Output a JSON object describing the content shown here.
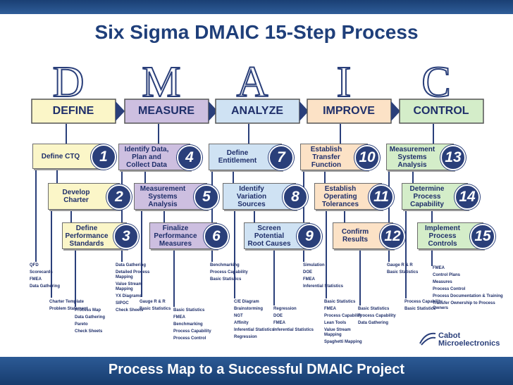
{
  "title": "Six Sigma DMAIC 15-Step Process",
  "footer": "Process Map to a Successful DMAIC Project",
  "letters": [
    "D",
    "M",
    "A",
    "I",
    "C"
  ],
  "colors": {
    "define": "#fbf6c8",
    "measure": "#cdbfe0",
    "analyze": "#cfe2f3",
    "improve": "#fce2c6",
    "control": "#d4edc9",
    "navy": "#2a3f7a"
  },
  "phases": [
    "DEFINE",
    "MEASURE",
    "ANALYZE",
    "IMPROVE",
    "CONTROL"
  ],
  "steps": [
    {
      "label": "Define CTQ",
      "num": "1"
    },
    {
      "label": "Develop Charter",
      "num": "2"
    },
    {
      "label": "Define Performance Standards",
      "num": "3"
    },
    {
      "label": "Identify Data, Plan and Collect Data",
      "num": "4"
    },
    {
      "label": "Measurement Systems Analysis",
      "num": "5"
    },
    {
      "label": "Finalize Performance Measures",
      "num": "6"
    },
    {
      "label": "Define Entitlement",
      "num": "7"
    },
    {
      "label": "Identify Variation Sources",
      "num": "8"
    },
    {
      "label": "Screen Potential Root Causes",
      "num": "9"
    },
    {
      "label": "Establish Transfer Function",
      "num": "10"
    },
    {
      "label": "Establish Operating Tolerances",
      "num": "11"
    },
    {
      "label": "Confirm Results",
      "num": "12"
    },
    {
      "label": "Measurement Systems Analysis",
      "num": "13"
    },
    {
      "label": "Determine Process Capability",
      "num": "14"
    },
    {
      "label": "Implement Process Controls",
      "num": "15"
    }
  ],
  "tools": {
    "s1": [
      "QFD",
      "Scorecards",
      "FMEA",
      "Data Gathering"
    ],
    "s2": [
      "Charter Template",
      "Problem Statement"
    ],
    "s3": [
      "Process Map",
      "Data Gathering",
      "Pareto",
      "Check Sheets"
    ],
    "s4": [
      "Data Gathering",
      "Detailed Process Mapping",
      "Value Stream Mapping",
      "YX Diagrams",
      "SIPOC",
      "Check Sheets"
    ],
    "s5": [
      "Gauge R & R",
      "Basic Statistics"
    ],
    "s6": [
      "Basic Statistics",
      "FMEA",
      "Benchmarking",
      "Process Capability",
      "Process Control"
    ],
    "s7": [
      "Benchmarking",
      "Process Capability",
      "Basic Statistics"
    ],
    "s8": [
      "C/E Diagram",
      "Brainstorming",
      "NGT",
      "Affinity",
      "Inferential Statistics",
      "Regression"
    ],
    "s9": [
      "Regression",
      "DOE",
      "FMEA",
      "Inferential Statistics"
    ],
    "s10": [
      "Simulation",
      "DOE",
      "FMEA",
      "Inferential Statistics"
    ],
    "s11": [
      "Basic Statistics",
      "FMEA",
      "Process Capability",
      "Lean Tools",
      "Value Stream Mapping",
      "Spaghetti Mapping"
    ],
    "s12": [
      "Basic Statistics",
      "Process Capability",
      "Data Gathering"
    ],
    "s13": [
      "Gauge R & R",
      "Basic Statistics"
    ],
    "s14": [
      "Process Capability",
      "Basic Statistics"
    ],
    "s15": [
      "FMEA",
      "Control Plans",
      "Measures",
      "Process Control",
      "Process Documentation & Training",
      "Transfer Ownership to Process Owners"
    ]
  },
  "logo": {
    "line1": "Cabot",
    "line2": "Microelectronics"
  }
}
